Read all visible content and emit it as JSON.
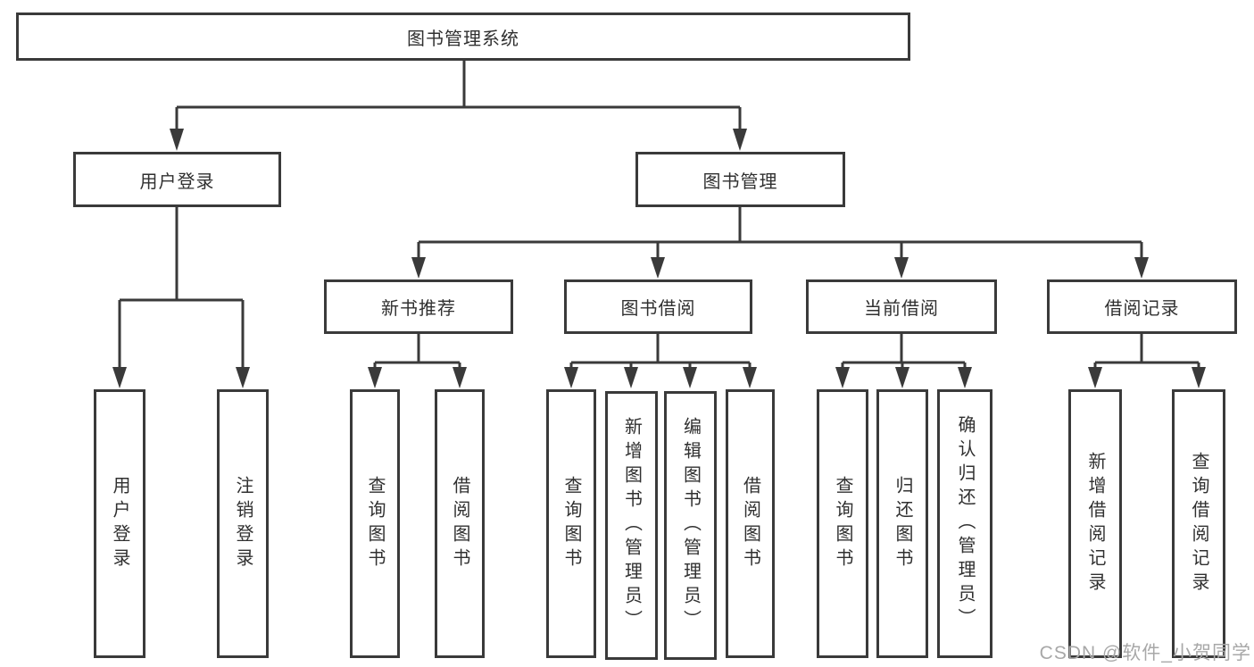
{
  "root": {
    "label": "图书管理系统"
  },
  "level2": [
    {
      "id": "user-login",
      "label": "用户登录"
    },
    {
      "id": "book-management",
      "label": "图书管理"
    }
  ],
  "level3": [
    {
      "id": "new-book-recommend",
      "label": "新书推荐"
    },
    {
      "id": "book-borrowing",
      "label": "图书借阅"
    },
    {
      "id": "current-borrowing",
      "label": "当前借阅"
    },
    {
      "id": "borrowing-records",
      "label": "借阅记录"
    }
  ],
  "leaves": [
    {
      "id": "user-login",
      "parent": "用户登录",
      "label": "用户登录"
    },
    {
      "id": "logout",
      "parent": "用户登录",
      "label": "注销登录"
    },
    {
      "id": "query-books-recommend",
      "parent": "新书推荐",
      "label": "查询图书"
    },
    {
      "id": "borrow-books-recommend",
      "parent": "新书推荐",
      "label": "借阅图书"
    },
    {
      "id": "query-books-borrowing",
      "parent": "图书借阅",
      "label": "查询图书"
    },
    {
      "id": "add-books-admin",
      "parent": "图书借阅",
      "label": "新增图书（管理员）"
    },
    {
      "id": "edit-books-admin",
      "parent": "图书借阅",
      "label": "编辑图书（管理员）"
    },
    {
      "id": "borrow-books-borrowing",
      "parent": "图书借阅",
      "label": "借阅图书"
    },
    {
      "id": "query-books-current",
      "parent": "当前借阅",
      "label": "查询图书"
    },
    {
      "id": "return-books",
      "parent": "当前借阅",
      "label": "归还图书"
    },
    {
      "id": "confirm-return-admin",
      "parent": "当前借阅",
      "label": "确认归还（管理员）"
    },
    {
      "id": "add-borrow-record",
      "parent": "借阅记录",
      "label": "新增借阅记录"
    },
    {
      "id": "query-borrow-record",
      "parent": "借阅记录",
      "label": "查询借阅记录"
    }
  ],
  "watermark": "CSDN @软件_小贺同学",
  "colors": {
    "line": "#3a3a3a",
    "box_background": "#ffffff",
    "text": "#303030",
    "watermark": "#a8a8a8"
  }
}
